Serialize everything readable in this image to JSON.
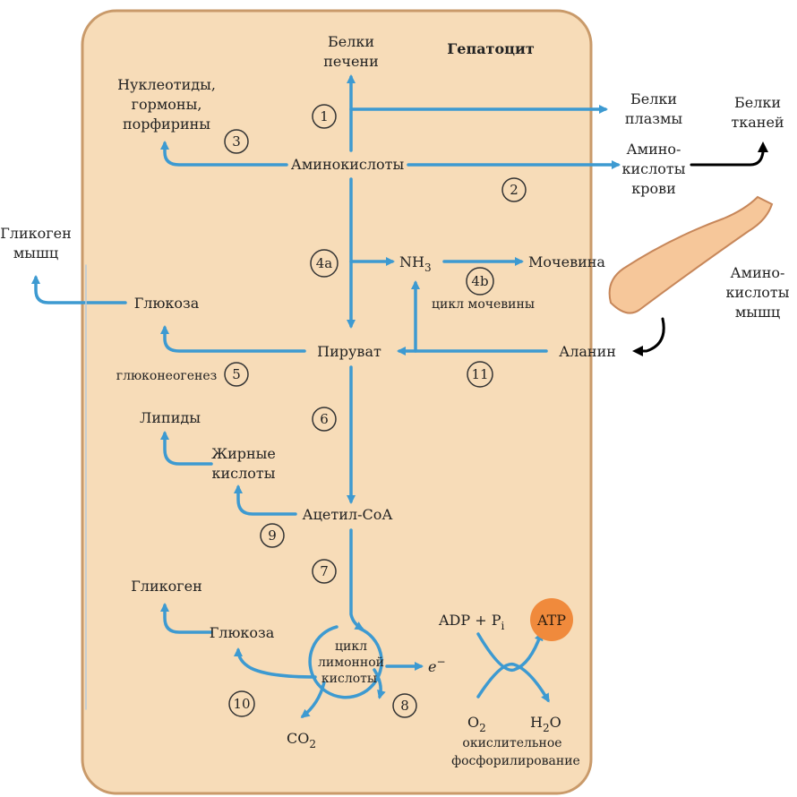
{
  "colors": {
    "cell_fill": "#f7dcb8",
    "cell_stroke": "#c99a6a",
    "arrow_blue": "#3d9ad1",
    "arrow_black": "#000000",
    "atp_orange": "#f08a3c",
    "muscle_fill": "#f6c79a",
    "muscle_stroke": "#c7875a"
  },
  "title": "Гепатоцит",
  "labels": {
    "liver_proteins_1": "Белки",
    "liver_proteins_2": "печени",
    "nucleotides_1": "Нуклеотиды,",
    "nucleotides_2": "гормоны,",
    "nucleotides_3": "порфирины",
    "amino_acids": "Аминокислоты",
    "plasma_proteins_1": "Белки",
    "plasma_proteins_2": "плазмы",
    "tissue_proteins_1": "Белки",
    "tissue_proteins_2": "тканей",
    "blood_aa_1": "Амино-",
    "blood_aa_2": "кислоты",
    "blood_aa_3": "крови",
    "muscle_glycogen_1": "Гликоген",
    "muscle_glycogen_2": "мышц",
    "nh3": "NH",
    "nh3_sub": "3",
    "urea": "Мочевина",
    "urea_cycle": "цикл мочевины",
    "muscle_aa_1": "Амино-",
    "muscle_aa_2": "кислоты",
    "muscle_aa_3": "мышц",
    "glucose": "Глюкоза",
    "pyruvate": "Пируват",
    "alanine": "Аланин",
    "gluconeogenesis": "глюконеогенез",
    "lipids": "Липиды",
    "fatty_acids_1": "Жирные",
    "fatty_acids_2": "кислоты",
    "acetyl_coa": "Ацетил-СоА",
    "glycogen": "Гликоген",
    "glucose_2": "Глюкоза",
    "tca_1": "цикл",
    "tca_2": "лимонной",
    "tca_3": "кислоты",
    "co2": "CO",
    "co2_sub": "2",
    "adp": "ADP + P",
    "adp_sub": "i",
    "atp": "ATP",
    "electron": "e",
    "electron_sup": "−",
    "o2": "O",
    "o2_sub": "2",
    "h2o_h": "H",
    "h2o_sub": "2",
    "h2o_o": "O",
    "oxphos_1": "окислительное",
    "oxphos_2": "фосфорилирование"
  },
  "numbers": {
    "n1": "1",
    "n2": "2",
    "n3": "3",
    "n4a": "4a",
    "n4b": "4b",
    "n5": "5",
    "n6": "6",
    "n7": "7",
    "n8": "8",
    "n9": "9",
    "n10": "10",
    "n11": "11"
  }
}
